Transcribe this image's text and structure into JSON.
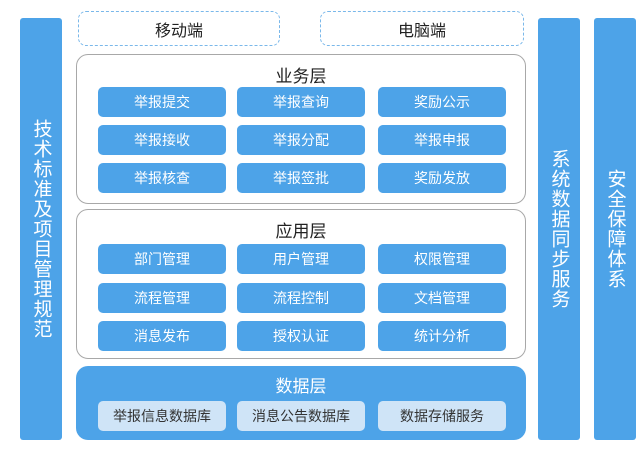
{
  "left_bar": "技术标准及项目管理规范",
  "right_bars": [
    "系统数据同步服务",
    "安全保障体系"
  ],
  "clients": [
    "移动端",
    "电脑端"
  ],
  "business_layer": {
    "title": "业务层",
    "items": [
      "举报提交",
      "举报查询",
      "奖励公示",
      "举报接收",
      "举报分配",
      "举报申报",
      "举报核查",
      "举报签批",
      "奖励发放"
    ]
  },
  "application_layer": {
    "title": "应用层",
    "items": [
      "部门管理",
      "用户管理",
      "权限管理",
      "流程管理",
      "流程控制",
      "文档管理",
      "消息发布",
      "授权认证",
      "统计分析"
    ]
  },
  "data_layer": {
    "title": "数据层",
    "items": [
      "举报信息数据库",
      "消息公告数据库",
      "数据存储服务"
    ]
  },
  "colors": {
    "primary": "#4da3e8",
    "light": "#cfe4f7",
    "border": "#a8a8a8"
  }
}
